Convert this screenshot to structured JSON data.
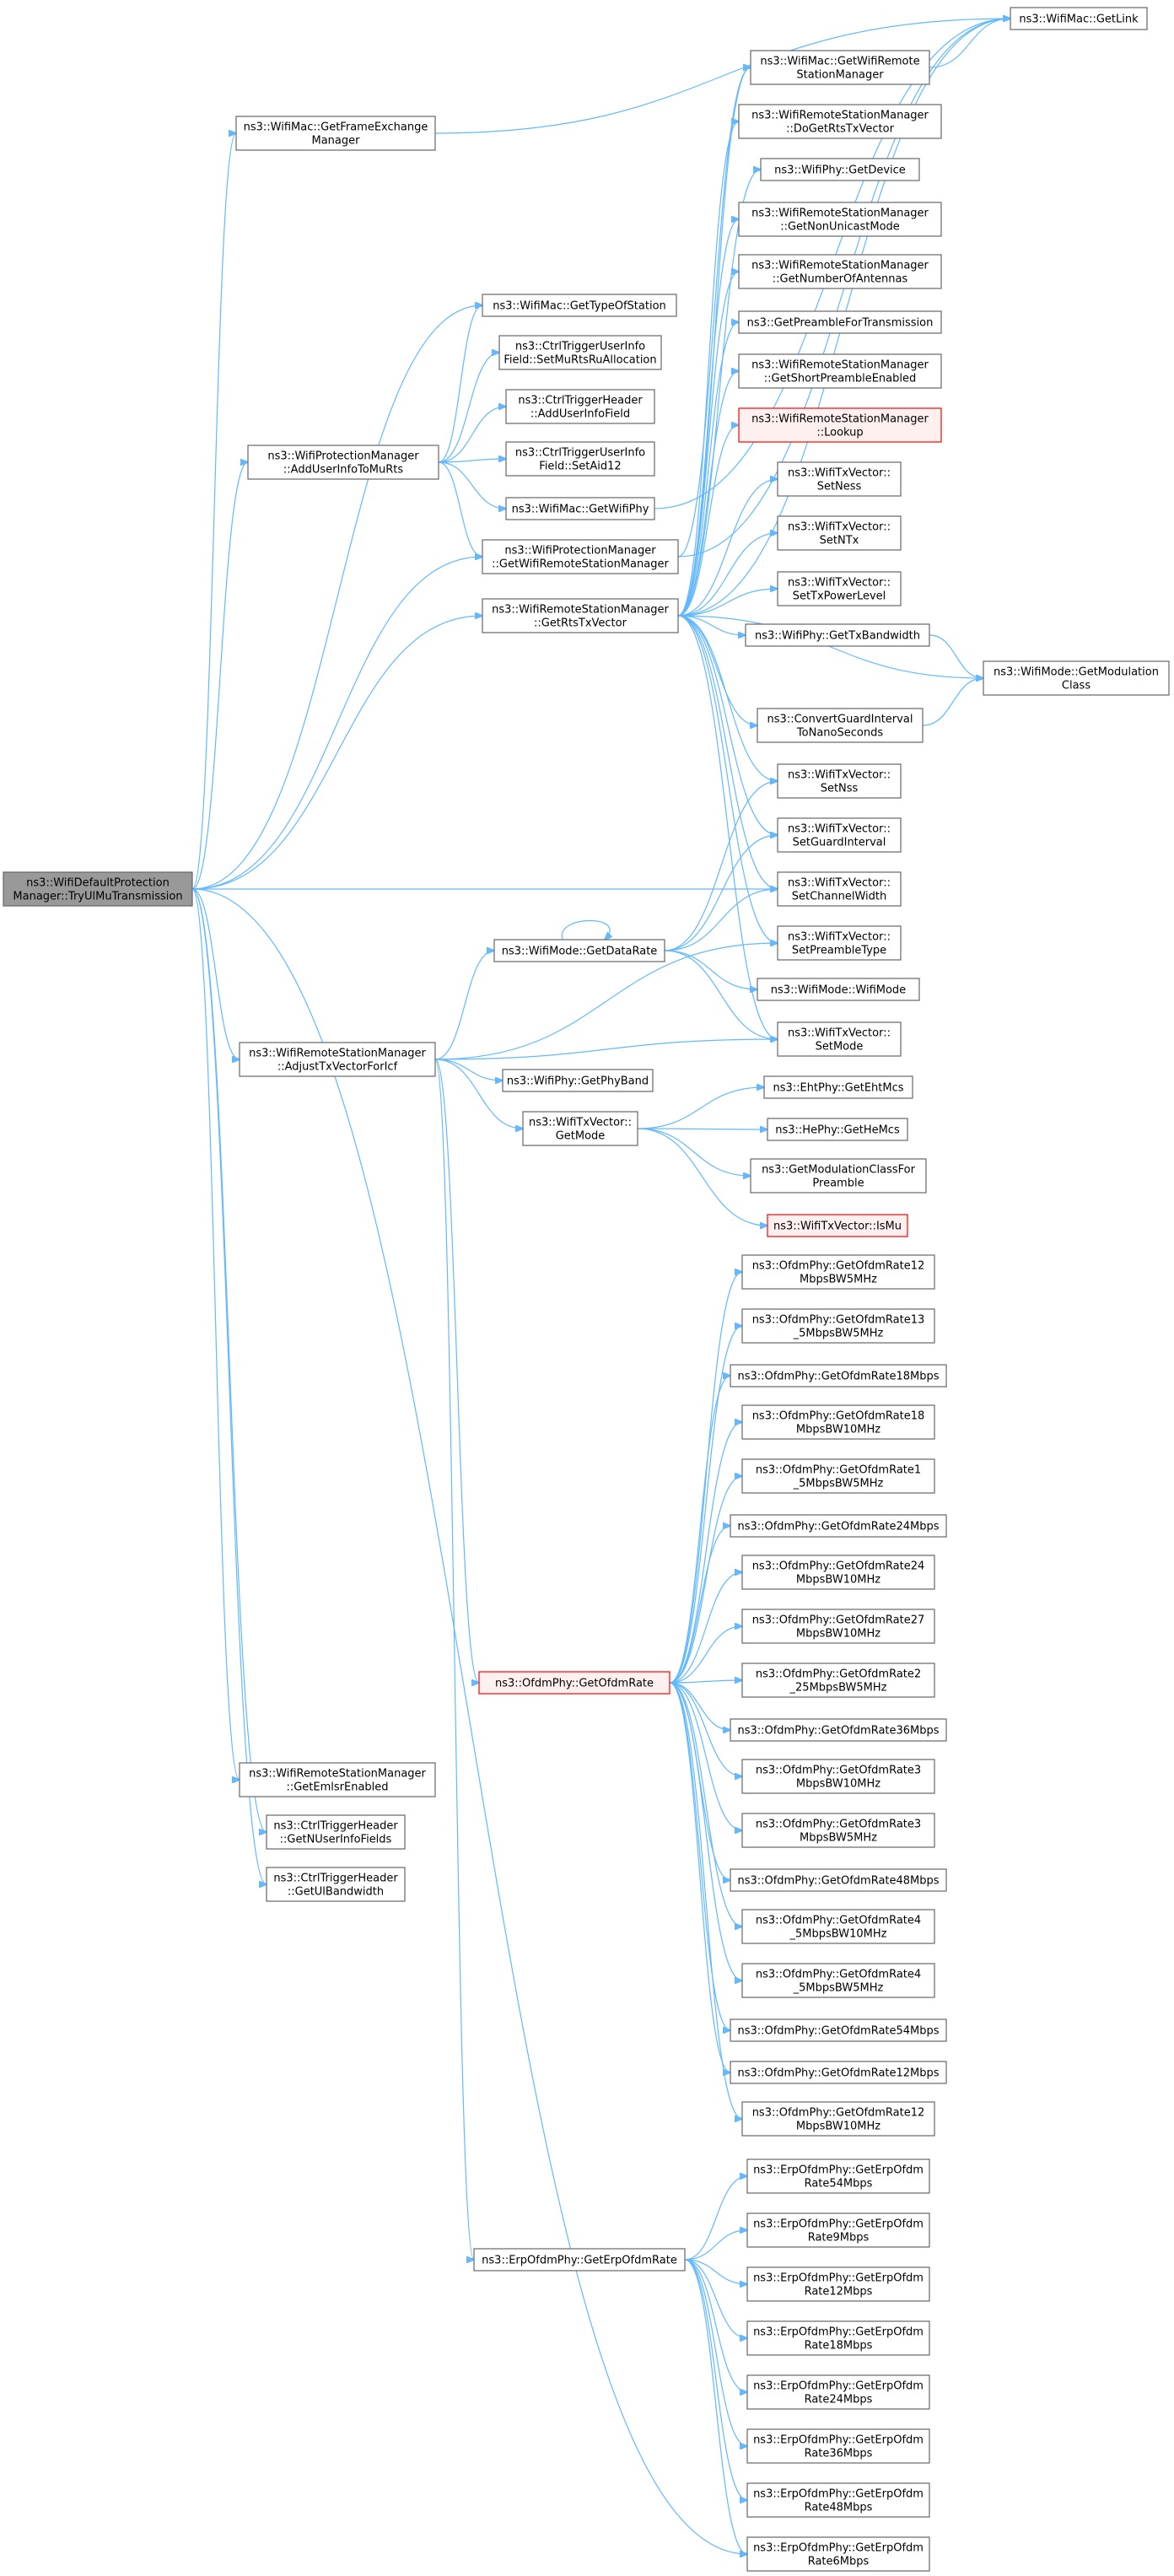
{
  "colors": {
    "edge": "#63b8ff",
    "root_fill": "#999999",
    "node_border": "#666666",
    "incomplete_border": "#ff0000",
    "node_fill": "#ffffff"
  },
  "nodes": {
    "root": [
      "ns3::WifiDefaultProtection",
      "Manager::TryUlMuTransmission"
    ],
    "getFrameExchangeManager": [
      "ns3::WifiMac::GetFrameExchange",
      "Manager"
    ],
    "getLink": [
      "ns3::WifiMac::GetLink"
    ],
    "getWifiRemoteStationManager": [
      "ns3::WifiMac::GetWifiRemote",
      "StationManager"
    ],
    "doGetRtsTxVector": [
      "ns3::WifiRemoteStationManager",
      "::DoGetRtsTxVector"
    ],
    "getDevice": [
      "ns3::WifiPhy::GetDevice"
    ],
    "getNonUnicastMode": [
      "ns3::WifiRemoteStationManager",
      "::GetNonUnicastMode"
    ],
    "getNumberOfAntennas": [
      "ns3::WifiRemoteStationManager",
      "::GetNumberOfAntennas"
    ],
    "getTypeOfStation": [
      "ns3::WifiMac::GetTypeOfStation"
    ],
    "getPreambleForTransmission": [
      "ns3::GetPreambleForTransmission"
    ],
    "setMuRtsRuAllocation": [
      "ns3::CtrlTriggerUserInfo",
      "Field::SetMuRtsRuAllocation"
    ],
    "getShortPreambleEnabled": [
      "ns3::WifiRemoteStationManager",
      "::GetShortPreambleEnabled"
    ],
    "addUserInfoField": [
      "ns3::CtrlTriggerHeader",
      "::AddUserInfoField"
    ],
    "lookup": [
      "ns3::WifiRemoteStationManager",
      "::Lookup"
    ],
    "addUserInfoToMuRts": [
      "ns3::WifiProtectionManager",
      "::AddUserInfoToMuRts"
    ],
    "setAid12": [
      "ns3::CtrlTriggerUserInfo",
      "Field::SetAid12"
    ],
    "setNessTop": [
      "ns3::WifiTxVector::",
      "SetNess"
    ],
    "getWifiPhy": [
      "ns3::WifiMac::GetWifiPhy"
    ],
    "setNTx": [
      "ns3::WifiTxVector::",
      "SetNTx"
    ],
    "protGetWifiRemoteStationManager": [
      "ns3::WifiProtectionManager",
      "::GetWifiRemoteStationManager"
    ],
    "setTxPowerLevel": [
      "ns3::WifiTxVector::",
      "SetTxPowerLevel"
    ],
    "getRtsTxVector": [
      "ns3::WifiRemoteStationManager",
      "::GetRtsTxVector"
    ],
    "getTxBandwidth": [
      "ns3::WifiPhy::GetTxBandwidth"
    ],
    "getModulationClass": [
      "ns3::WifiMode::GetModulation",
      "Class"
    ],
    "convertGuardInterval": [
      "ns3::ConvertGuardInterval",
      "ToNanoSeconds"
    ],
    "setNss": [
      "ns3::WifiTxVector::",
      "SetNss"
    ],
    "setGuardInterval": [
      "ns3::WifiTxVector::",
      "SetGuardInterval"
    ],
    "setChannelWidth": [
      "ns3::WifiTxVector::",
      "SetChannelWidth"
    ],
    "setPreambleType": [
      "ns3::WifiTxVector::",
      "SetPreambleType"
    ],
    "getDataRate": [
      "ns3::WifiMode::GetDataRate"
    ],
    "wifiMode": [
      "ns3::WifiMode::WifiMode"
    ],
    "adjustTxVectorForIcf": [
      "ns3::WifiRemoteStationManager",
      "::AdjustTxVectorForIcf"
    ],
    "setMode": [
      "ns3::WifiTxVector::",
      "SetMode"
    ],
    "getPhyBand": [
      "ns3::WifiPhy::GetPhyBand"
    ],
    "getEhtMcs": [
      "ns3::EhtPhy::GetEhtMcs"
    ],
    "txGetMode": [
      "ns3::WifiTxVector::",
      "GetMode"
    ],
    "getHeMcs": [
      "ns3::HePhy::GetHeMcs"
    ],
    "getModulationClassForPreamble": [
      "ns3::GetModulationClassFor",
      "Preamble"
    ],
    "isMu": [
      "ns3::WifiTxVector::IsMu"
    ],
    "o12_5": [
      "ns3::OfdmPhy::GetOfdmRate12",
      "MbpsBW5MHz"
    ],
    "o13_5_5": [
      "ns3::OfdmPhy::GetOfdmRate13",
      "_5MbpsBW5MHz"
    ],
    "o18": [
      "ns3::OfdmPhy::GetOfdmRate18Mbps"
    ],
    "o18_10": [
      "ns3::OfdmPhy::GetOfdmRate18",
      "MbpsBW10MHz"
    ],
    "o1_5_5": [
      "ns3::OfdmPhy::GetOfdmRate1",
      "_5MbpsBW5MHz"
    ],
    "o24": [
      "ns3::OfdmPhy::GetOfdmRate24Mbps"
    ],
    "o24_10": [
      "ns3::OfdmPhy::GetOfdmRate24",
      "MbpsBW10MHz"
    ],
    "o27_10": [
      "ns3::OfdmPhy::GetOfdmRate27",
      "MbpsBW10MHz"
    ],
    "getOfdmRate": [
      "ns3::OfdmPhy::GetOfdmRate"
    ],
    "o2_25_5": [
      "ns3::OfdmPhy::GetOfdmRate2",
      "_25MbpsBW5MHz"
    ],
    "o36": [
      "ns3::OfdmPhy::GetOfdmRate36Mbps"
    ],
    "o3_10": [
      "ns3::OfdmPhy::GetOfdmRate3",
      "MbpsBW10MHz"
    ],
    "o3_5": [
      "ns3::OfdmPhy::GetOfdmRate3",
      "MbpsBW5MHz"
    ],
    "o48": [
      "ns3::OfdmPhy::GetOfdmRate48Mbps"
    ],
    "getEmlsrEnabled": [
      "ns3::WifiRemoteStationManager",
      "::GetEmlsrEnabled"
    ],
    "o4_5_10": [
      "ns3::OfdmPhy::GetOfdmRate4",
      "_5MbpsBW10MHz"
    ],
    "getNUserInfoFields": [
      "ns3::CtrlTriggerHeader",
      "::GetNUserInfoFields"
    ],
    "o4_5_5": [
      "ns3::OfdmPhy::GetOfdmRate4",
      "_5MbpsBW5MHz"
    ],
    "getUlBandwidth": [
      "ns3::CtrlTriggerHeader",
      "::GetUlBandwidth"
    ],
    "o54": [
      "ns3::OfdmPhy::GetOfdmRate54Mbps"
    ],
    "o12": [
      "ns3::OfdmPhy::GetOfdmRate12Mbps"
    ],
    "o12_10": [
      "ns3::OfdmPhy::GetOfdmRate12",
      "MbpsBW10MHz"
    ],
    "e54": [
      "ns3::ErpOfdmPhy::GetErpOfdm",
      "Rate54Mbps"
    ],
    "e9": [
      "ns3::ErpOfdmPhy::GetErpOfdm",
      "Rate9Mbps"
    ],
    "getErpOfdmRate": [
      "ns3::ErpOfdmPhy::GetErpOfdmRate"
    ],
    "e12": [
      "ns3::ErpOfdmPhy::GetErpOfdm",
      "Rate12Mbps"
    ],
    "e18": [
      "ns3::ErpOfdmPhy::GetErpOfdm",
      "Rate18Mbps"
    ],
    "e24": [
      "ns3::ErpOfdmPhy::GetErpOfdm",
      "Rate24Mbps"
    ],
    "e36": [
      "ns3::ErpOfdmPhy::GetErpOfdm",
      "Rate36Mbps"
    ],
    "e48": [
      "ns3::ErpOfdmPhy::GetErpOfdm",
      "Rate48Mbps"
    ],
    "e6": [
      "ns3::ErpOfdmPhy::GetErpOfdm",
      "Rate6Mbps"
    ]
  }
}
